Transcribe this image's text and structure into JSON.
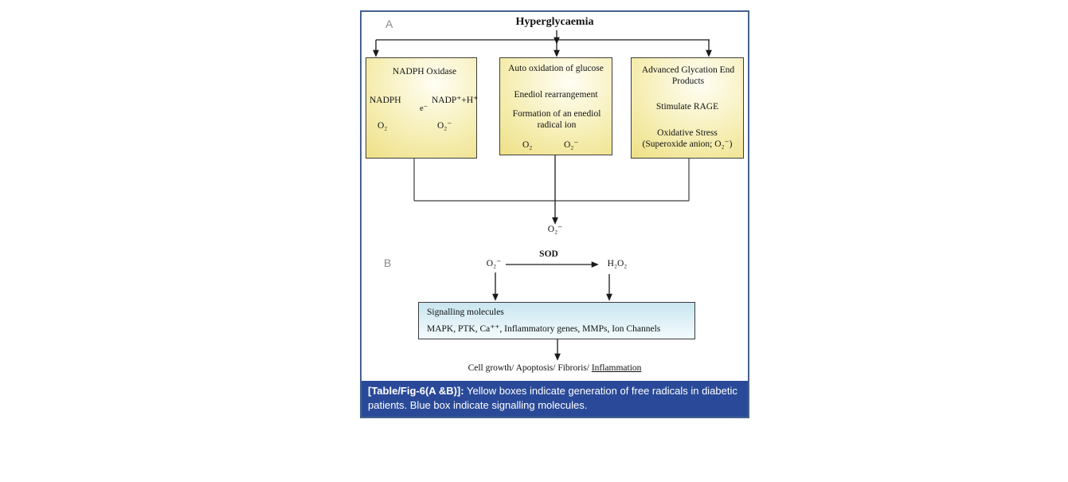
{
  "figure": {
    "panel_a": "A",
    "panel_b": "B",
    "title": "Hyperglycaemia",
    "nadph_box": {
      "title": "NADPH Oxidase",
      "substrate": "NADPH",
      "product": "NADP⁺+H⁺",
      "electron": "e⁻",
      "oxygen": "O₂",
      "superoxide": "O₂⁻"
    },
    "glucose_box": {
      "step1": "Auto oxidation of glucose",
      "step2": "Enediol rearrangement",
      "step3": "Formation of an enediol radical ion",
      "oxygen": "O₂",
      "superoxide": "O₂⁻"
    },
    "age_box": {
      "step1": "Advanced Glycation End Products",
      "step2": "Stimulate RAGE",
      "step3": "Oxidative Stress",
      "step4": "(Superoxide anion; O₂⁻)"
    },
    "converged_superoxide": "O₂⁻",
    "sod_reaction": {
      "substrate": "O₂⁻",
      "enzyme": "SOD",
      "product": "H₂O₂"
    },
    "signalling_box": {
      "title": "Signalling molecules",
      "molecules": "MAPK, PTK, Ca⁺⁺, Inflammatory genes, MMPs, Ion Channels"
    },
    "outcome": {
      "prefix": "Cell growth/ Apoptosis/ Fibroris/ ",
      "underlined": "Inflammation"
    },
    "caption": {
      "label": "[Table/Fig-6(A &B)]:",
      "text": "Yellow boxes indicate generation of free radicals in diabetic patients. Blue box indicate signalling molecules."
    },
    "colors": {
      "frame_border": "#44628e",
      "caption_bg": "#2a4a99",
      "yellow_light": "#fffef4",
      "yellow_mid": "#f5edb0",
      "yellow_deep": "#e8d565",
      "blue_light": "#c9e5f0",
      "blue_fade": "#f0f9fc",
      "line": "#1a1a1a"
    }
  }
}
